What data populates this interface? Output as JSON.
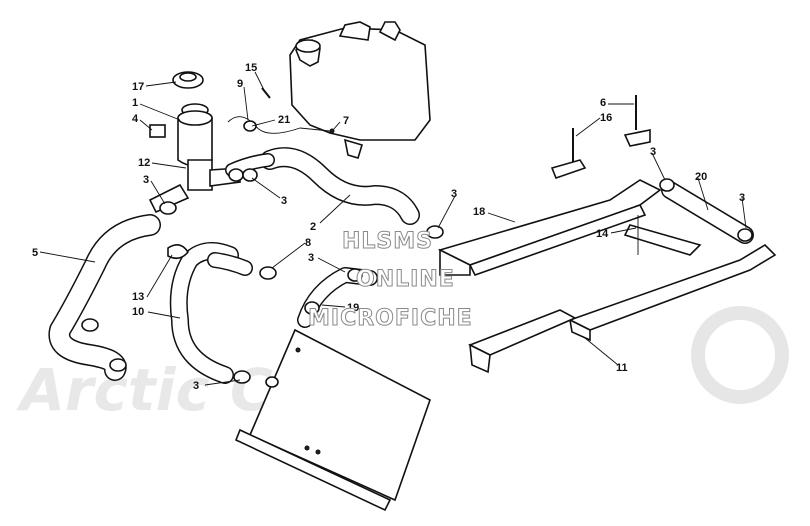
{
  "watermark": {
    "lines": [
      "HLSMS",
      "ONLINE",
      "MICROFICHE"
    ],
    "brand": "Arctic Cat"
  },
  "callouts": [
    {
      "id": "c17",
      "label": "17"
    },
    {
      "id": "c1",
      "label": "1"
    },
    {
      "id": "c4",
      "label": "4"
    },
    {
      "id": "c12",
      "label": "12"
    },
    {
      "id": "c3a",
      "label": "3"
    },
    {
      "id": "c15",
      "label": "15"
    },
    {
      "id": "c9",
      "label": "9"
    },
    {
      "id": "c21",
      "label": "21"
    },
    {
      "id": "c7",
      "label": "7"
    },
    {
      "id": "c3b",
      "label": "3"
    },
    {
      "id": "c2",
      "label": "2"
    },
    {
      "id": "c8",
      "label": "8"
    },
    {
      "id": "c3c",
      "label": "3"
    },
    {
      "id": "c3d",
      "label": "3"
    },
    {
      "id": "c18",
      "label": "18"
    },
    {
      "id": "c6",
      "label": "6"
    },
    {
      "id": "c16",
      "label": "16"
    },
    {
      "id": "c3e",
      "label": "3"
    },
    {
      "id": "c20",
      "label": "20"
    },
    {
      "id": "c3f",
      "label": "3"
    },
    {
      "id": "c14",
      "label": "14"
    },
    {
      "id": "c5",
      "label": "5"
    },
    {
      "id": "c13",
      "label": "13"
    },
    {
      "id": "c10",
      "label": "10"
    },
    {
      "id": "c19",
      "label": "19"
    },
    {
      "id": "c3g",
      "label": "3"
    },
    {
      "id": "c11",
      "label": "11"
    }
  ]
}
